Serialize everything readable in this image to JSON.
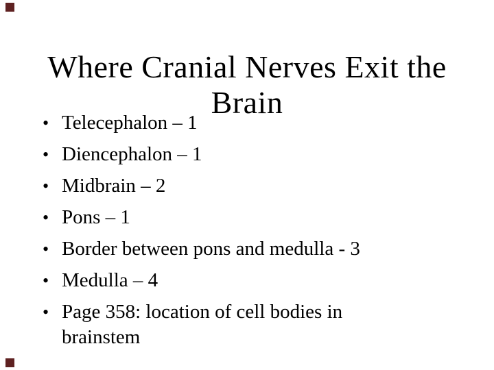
{
  "slide": {
    "title": {
      "text": "Where Cranial Nerves Exit the Brain",
      "lines": [
        "Where Cranial Nerves Exit the",
        "Brain"
      ]
    },
    "bullet_char": "•",
    "bullets": [
      "Telecephalon – 1",
      "Diencephalon – 1",
      "Midbrain – 2",
      "Pons – 1",
      "Border between pons and medulla - 3",
      "Medulla – 4",
      "Page 358: location of cell bodies in brainstem"
    ],
    "colors": {
      "background": "#ffffff",
      "text": "#000000",
      "corner_square": "#5e2121"
    },
    "decorations": {
      "corner_squares": [
        "top-left",
        "bottom-left"
      ]
    }
  }
}
